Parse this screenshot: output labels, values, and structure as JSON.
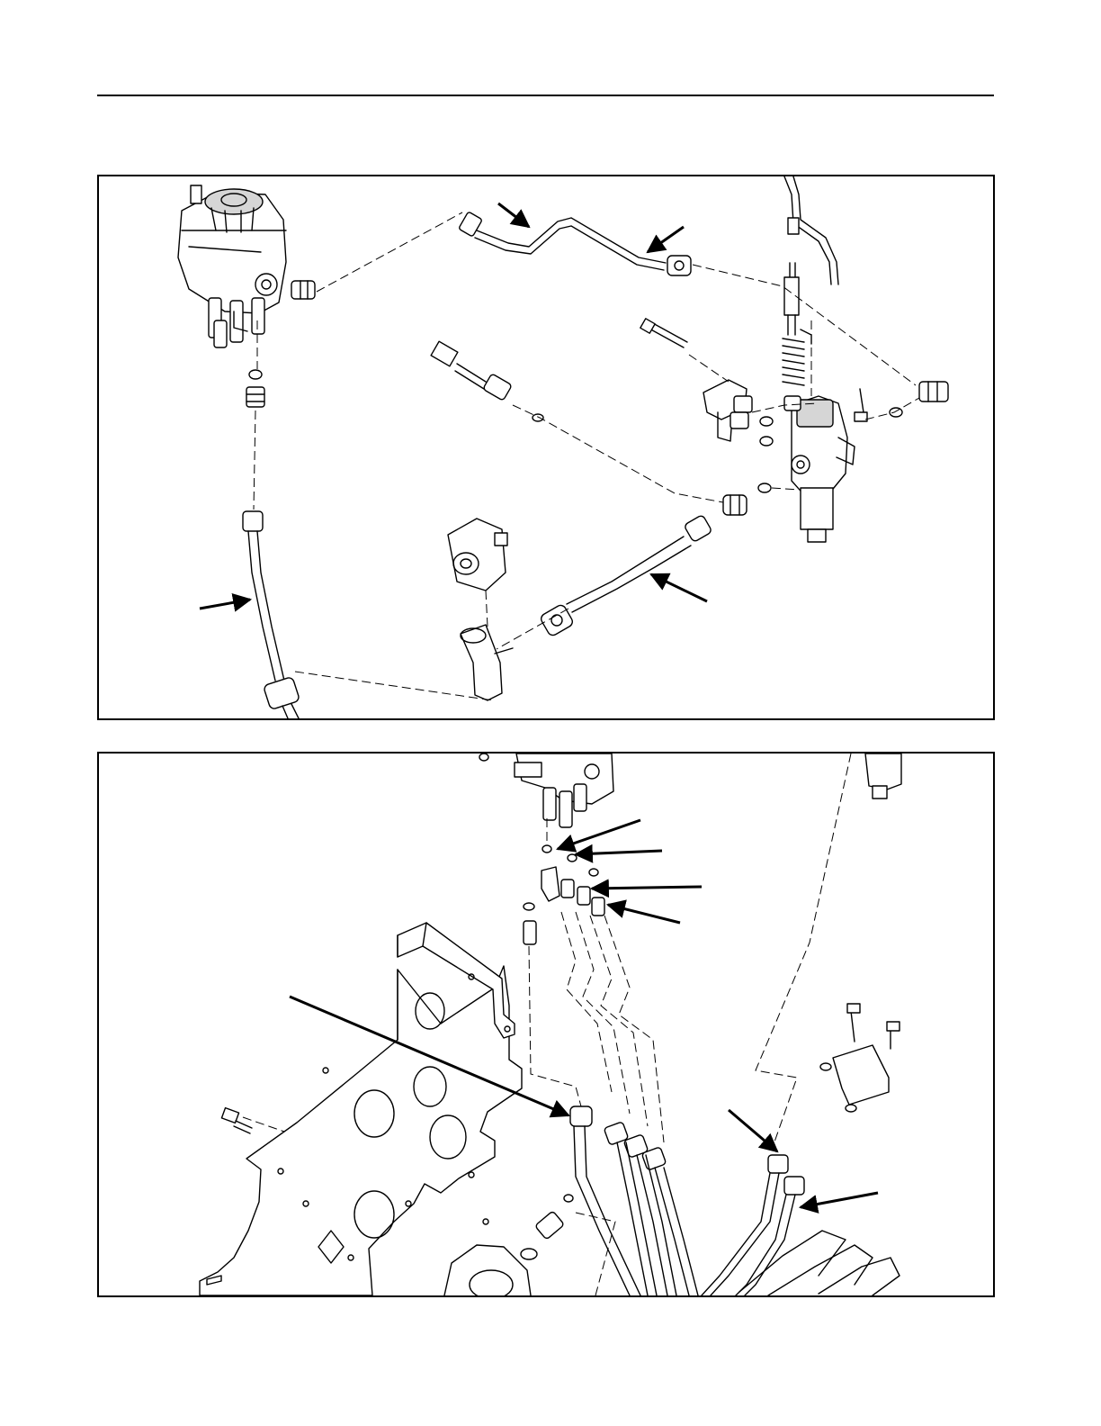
{
  "colors": {
    "ink": "#000000",
    "paper": "#ffffff",
    "shade": "#d6d6d6"
  },
  "figures": [
    {
      "name": "top-figure",
      "description_id": "hydraulic-control-valve-and-lines"
    },
    {
      "name": "bottom-figure",
      "description_id": "valve-fittings-and-hoses-to-frame"
    }
  ],
  "icons": [
    "arrow-icon"
  ]
}
